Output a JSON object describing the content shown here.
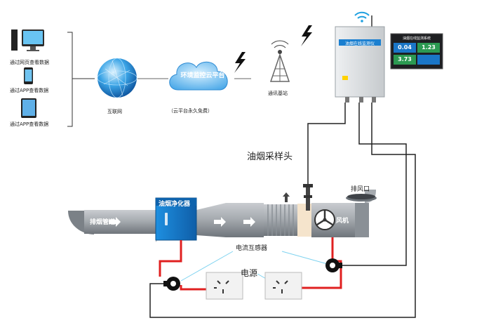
{
  "clients": {
    "pc_label": "通过网页查看数据",
    "phone_label": "通过APP查看数据",
    "tablet_label": "通过APP查看数据"
  },
  "internet": {
    "label": "互联网"
  },
  "cloud": {
    "title": "环境监控云平台",
    "note": "（云平台永久免费）"
  },
  "tower": {
    "label": "通讯基站"
  },
  "monitor": {
    "panel_label": "油烟在线监测仪",
    "screen_title": "油烟在线监测系统",
    "readings": [
      "0.04",
      "1.23",
      "3.73"
    ]
  },
  "duct": {
    "pipe_label": "排烟管道",
    "purifier_label": "油烟净化器",
    "sampling_label": "油烟采样头",
    "fan_label": "风机",
    "outlet_label": "排风口"
  },
  "power": {
    "ct_label": "电流互感器",
    "source_label": "电源"
  },
  "colors": {
    "pipe": "#9aa0a6",
    "purifier": "#1a7fd0",
    "power_wire": "#e02020",
    "signal_wire": "#222222",
    "link_line": "#7fd3f0"
  }
}
